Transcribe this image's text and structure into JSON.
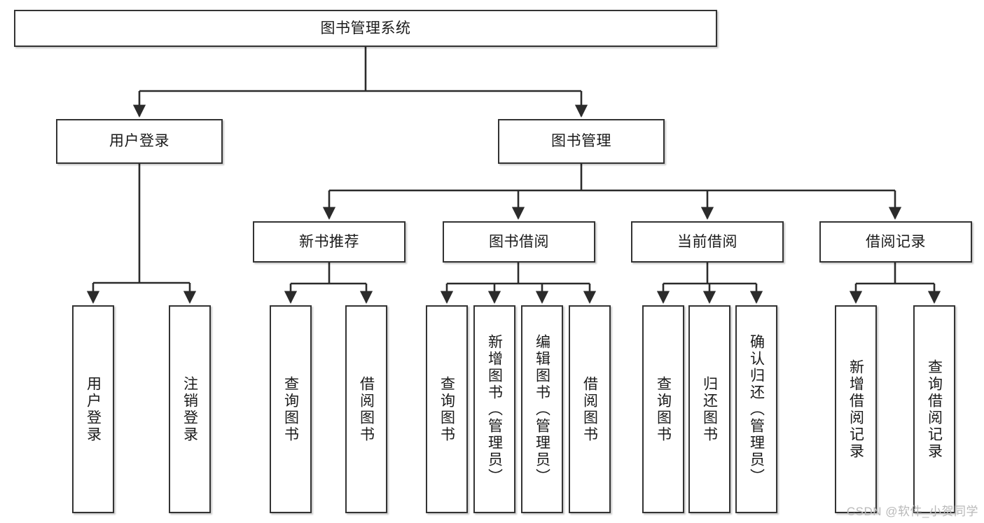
{
  "diagram": {
    "type": "tree-hierarchy-chart",
    "title": "图书管理系统",
    "colors": {
      "background": "#ffffff",
      "box_border": "#333333",
      "box_fill": "#ffffff",
      "connector": "#2b2b2b",
      "text": "#1a1a1a",
      "watermark": "#b9b9b9"
    },
    "root": {
      "label": "图书管理系统",
      "orientation": "horizontal"
    },
    "level2": [
      {
        "label": "用户登录",
        "orientation": "horizontal"
      },
      {
        "label": "图书管理",
        "orientation": "horizontal"
      }
    ],
    "level3": [
      {
        "label": "新书推荐",
        "orientation": "horizontal",
        "parent": "图书管理"
      },
      {
        "label": "图书借阅",
        "orientation": "horizontal",
        "parent": "图书管理"
      },
      {
        "label": "当前借阅",
        "orientation": "horizontal",
        "parent": "图书管理"
      },
      {
        "label": "借阅记录",
        "orientation": "horizontal",
        "parent": "图书管理"
      }
    ],
    "leaves": {
      "用户登录": [
        {
          "label": "用户登录",
          "orientation": "vertical"
        },
        {
          "label": "注销登录",
          "orientation": "vertical"
        }
      ],
      "新书推荐": [
        {
          "label": "查询图书",
          "orientation": "vertical"
        },
        {
          "label": "借阅图书",
          "orientation": "vertical"
        }
      ],
      "图书借阅": [
        {
          "label": "查询图书",
          "orientation": "vertical"
        },
        {
          "label": "新增图书（管理员）",
          "orientation": "vertical"
        },
        {
          "label": "编辑图书（管理员）",
          "orientation": "vertical"
        },
        {
          "label": "借阅图书",
          "orientation": "vertical"
        }
      ],
      "当前借阅": [
        {
          "label": "查询图书",
          "orientation": "vertical"
        },
        {
          "label": "归还图书",
          "orientation": "vertical"
        },
        {
          "label": "确认归还（管理员）",
          "orientation": "vertical"
        }
      ],
      "借阅记录": [
        {
          "label": "新增借阅记录",
          "orientation": "vertical"
        },
        {
          "label": "查询借阅记录",
          "orientation": "vertical"
        }
      ]
    }
  },
  "watermark": {
    "text": "CSDN @软件_小贺同学"
  }
}
